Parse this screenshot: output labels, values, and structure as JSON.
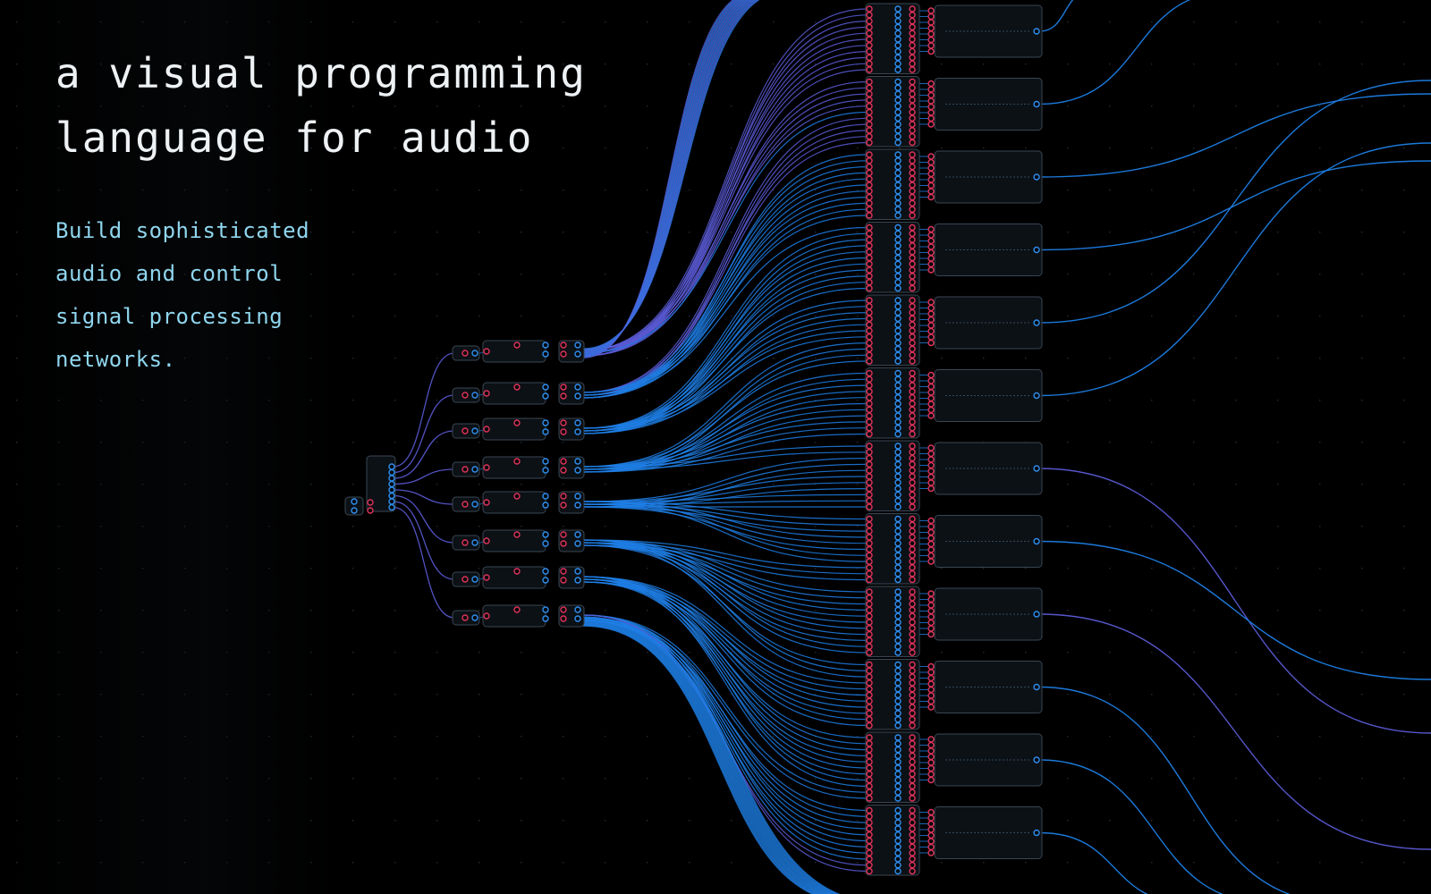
{
  "hero": {
    "title_line_1": "a visual programming",
    "title_line_2": "language for audio",
    "subtitle": "Build sophisticated audio and control signal processing networks."
  },
  "colors": {
    "background": "#000000",
    "title": "#eef2f5",
    "subtitle": "#8fd6ee",
    "cable_blue": "#1e7fe6",
    "cable_violet": "#5b5bd6",
    "port_output": "#2f8ff0",
    "port_input": "#e0335a",
    "node_fill": "#0c1116",
    "node_border": "#3a4652"
  },
  "graph": {
    "root_node_count": 1,
    "fanout_node_count": 8,
    "column_block_count": 12,
    "sink_node_count": 12
  }
}
